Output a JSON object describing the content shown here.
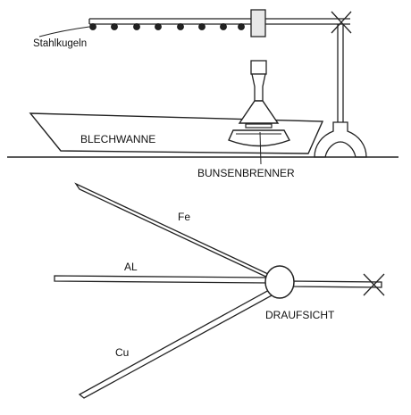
{
  "side_view": {
    "balls_label": "Stahlkugeln",
    "tray_label": "BLECHWANNE",
    "burner_label": "BUNSENBRENNER"
  },
  "top_view": {
    "rod_fe_label": "Fe",
    "rod_al_label": "AL",
    "rod_cu_label": "Cu",
    "view_label": "DRAUFSICHT"
  }
}
